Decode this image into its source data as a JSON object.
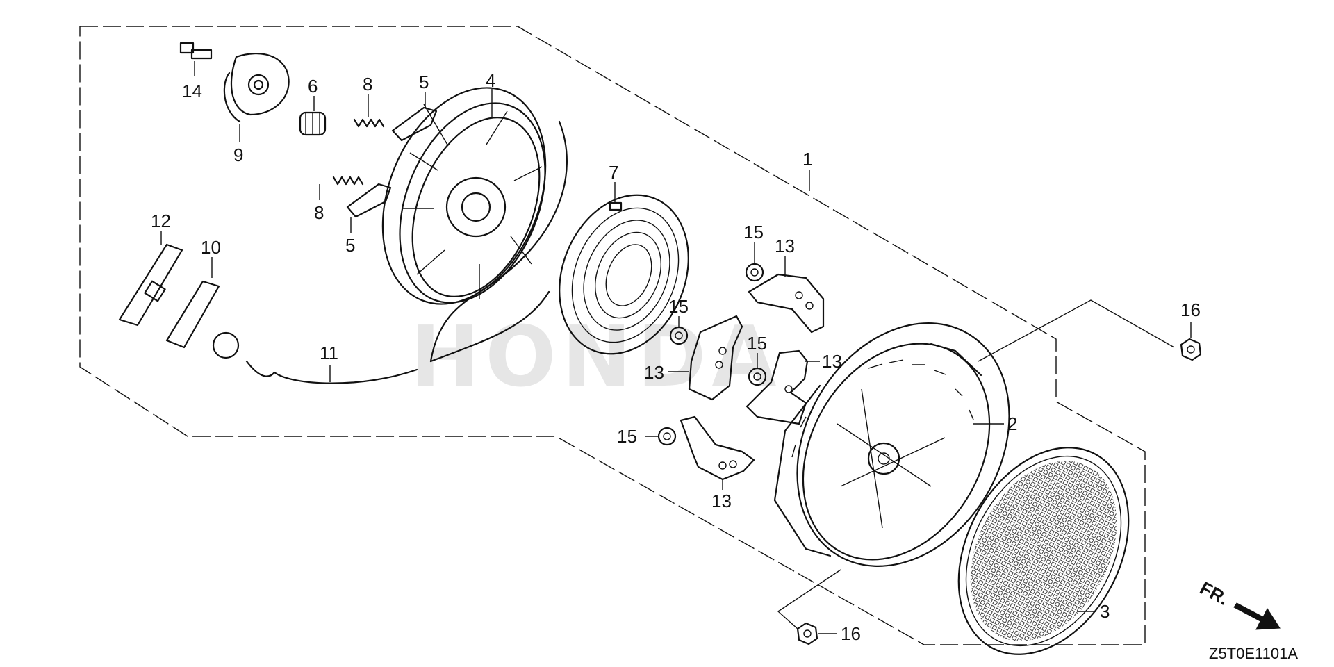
{
  "diagram": {
    "code": "Z5T0E1101A",
    "direction_label": "FR.",
    "watermark": "HONDA",
    "callouts": {
      "c1": "1",
      "c2": "2",
      "c3": "3",
      "c4": "4",
      "c5a": "5",
      "c5b": "5",
      "c6": "6",
      "c7": "7",
      "c8a": "8",
      "c8b": "8",
      "c9": "9",
      "c10": "10",
      "c11": "11",
      "c12": "12",
      "c13a": "13",
      "c13b": "13",
      "c13c": "13",
      "c13d": "13",
      "c14": "14",
      "c15a": "15",
      "c15b": "15",
      "c15c": "15",
      "c15d": "15",
      "c16a": "16",
      "c16b": "16"
    }
  }
}
